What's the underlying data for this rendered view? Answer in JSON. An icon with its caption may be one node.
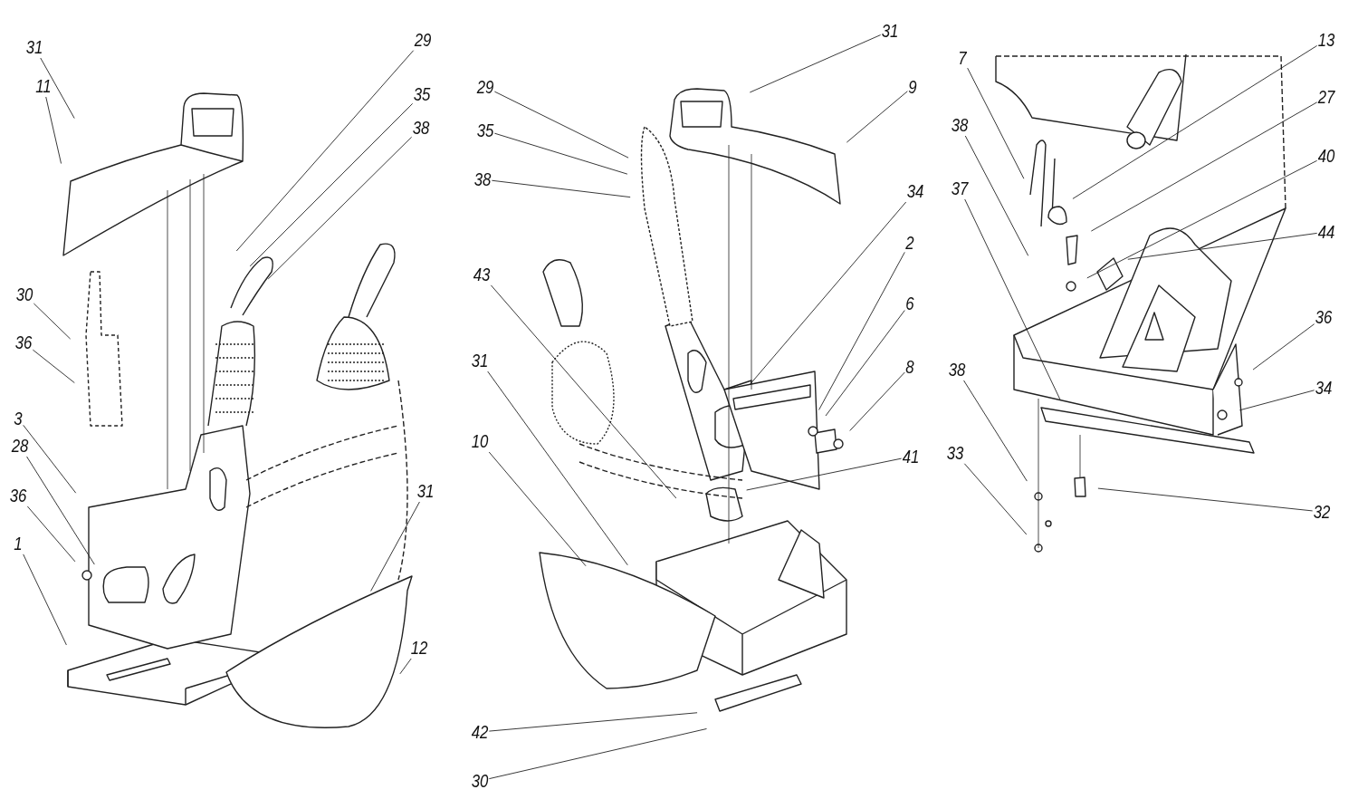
{
  "diagram": {
    "nodes": [
      {
        "text": [
          "31"
        ]
      },
      {
        "text": [
          "11"
        ]
      },
      {
        "text": [
          "29"
        ]
      },
      {
        "text": [
          "35"
        ]
      },
      {
        "text": [
          "38"
        ]
      },
      {
        "text": [
          "30"
        ]
      },
      {
        "text": [
          "36"
        ]
      },
      {
        "text": [
          "3"
        ]
      },
      {
        "text": [
          "28"
        ]
      },
      {
        "text": [
          "36"
        ]
      },
      {
        "text": [
          "1"
        ]
      },
      {
        "text": [
          "31"
        ]
      },
      {
        "text": [
          "12"
        ]
      },
      {
        "text": [
          "29"
        ]
      },
      {
        "text": [
          "35"
        ]
      },
      {
        "text": [
          "38"
        ]
      },
      {
        "text": [
          "31"
        ]
      },
      {
        "text": [
          "9"
        ]
      },
      {
        "text": [
          "34"
        ]
      },
      {
        "text": [
          "2"
        ]
      },
      {
        "text": [
          "6"
        ]
      },
      {
        "text": [
          "8"
        ]
      },
      {
        "text": [
          "43"
        ]
      },
      {
        "text": [
          "31"
        ]
      },
      {
        "text": [
          "10"
        ]
      },
      {
        "text": [
          "41"
        ]
      },
      {
        "text": [
          "42"
        ]
      },
      {
        "text": [
          "30"
        ]
      },
      {
        "text": [
          "7"
        ]
      },
      {
        "text": [
          "38"
        ]
      },
      {
        "text": [
          "37"
        ]
      },
      {
        "text": [
          "13"
        ]
      },
      {
        "text": [
          "27"
        ]
      },
      {
        "text": [
          "40"
        ]
      },
      {
        "text": [
          "44"
        ]
      },
      {
        "text": [
          "36"
        ]
      },
      {
        "text": [
          "34"
        ]
      },
      {
        "text": [
          "38"
        ]
      },
      {
        "text": [
          "33"
        ]
      },
      {
        "text": [
          "32"
        ]
      }
    ],
    "edges": [
      {
        "from": 0,
        "to": null,
        "arrow": "none"
      },
      {
        "from": 1,
        "to": null,
        "arrow": "none"
      },
      {
        "from": 2,
        "to": null,
        "arrow": "none"
      },
      {
        "from": 3,
        "to": null,
        "arrow": "none"
      },
      {
        "from": 4,
        "to": null,
        "arrow": "none"
      },
      {
        "from": 5,
        "to": null,
        "arrow": "none"
      },
      {
        "from": 6,
        "to": null,
        "arrow": "none"
      },
      {
        "from": 7,
        "to": null,
        "arrow": "none"
      },
      {
        "from": 8,
        "to": null,
        "arrow": "none"
      },
      {
        "from": 9,
        "to": null,
        "arrow": "none"
      },
      {
        "from": 10,
        "to": null,
        "arrow": "none"
      },
      {
        "from": 11,
        "to": null,
        "arrow": "none"
      },
      {
        "from": 12,
        "to": null,
        "arrow": "none"
      },
      {
        "from": 13,
        "to": null,
        "arrow": "none"
      },
      {
        "from": 14,
        "to": null,
        "arrow": "none"
      },
      {
        "from": 15,
        "to": null,
        "arrow": "none"
      },
      {
        "from": 16,
        "to": null,
        "arrow": "none"
      },
      {
        "from": 17,
        "to": null,
        "arrow": "none"
      },
      {
        "from": 18,
        "to": null,
        "arrow": "none"
      },
      {
        "from": 19,
        "to": null,
        "arrow": "none"
      },
      {
        "from": 20,
        "to": null,
        "arrow": "none"
      },
      {
        "from": 21,
        "to": null,
        "arrow": "none"
      },
      {
        "from": 22,
        "to": null,
        "arrow": "none"
      },
      {
        "from": 23,
        "to": null,
        "arrow": "none"
      },
      {
        "from": 24,
        "to": null,
        "arrow": "none"
      },
      {
        "from": 25,
        "to": null,
        "arrow": "none"
      },
      {
        "from": 26,
        "to": null,
        "arrow": "none"
      },
      {
        "from": 27,
        "to": null,
        "arrow": "none"
      },
      {
        "from": 28,
        "to": null,
        "arrow": "none"
      },
      {
        "from": 29,
        "to": null,
        "arrow": "none"
      },
      {
        "from": 30,
        "to": null,
        "arrow": "none"
      },
      {
        "from": 31,
        "to": null,
        "arrow": "none"
      },
      {
        "from": 32,
        "to": null,
        "arrow": "none"
      },
      {
        "from": 33,
        "to": null,
        "arrow": "none"
      },
      {
        "from": 34,
        "to": null,
        "arrow": "none"
      },
      {
        "from": 35,
        "to": null,
        "arrow": "none"
      },
      {
        "from": 36,
        "to": null,
        "arrow": "none"
      },
      {
        "from": 37,
        "to": null,
        "arrow": "none"
      },
      {
        "from": 38,
        "to": null,
        "arrow": "none"
      },
      {
        "from": 39,
        "to": null,
        "arrow": "none"
      }
    ]
  }
}
